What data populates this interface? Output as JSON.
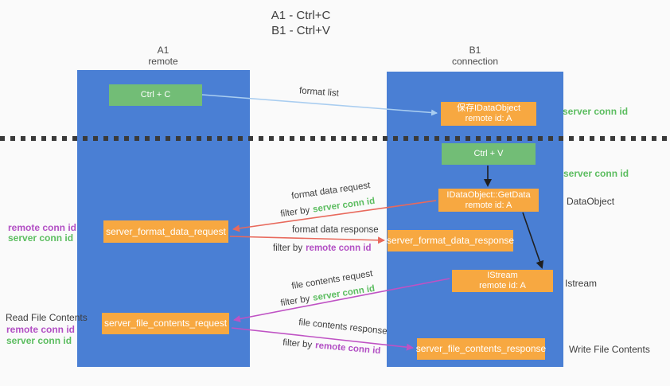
{
  "title": {
    "line1": "A1 - Ctrl+C",
    "line2": "B1 - Ctrl+V"
  },
  "lanes": {
    "a1": {
      "name": "A1",
      "role": "remote"
    },
    "b1": {
      "name": "B1",
      "role": "connection"
    }
  },
  "nodes": {
    "ctrl_c": {
      "label": "Ctrl + C"
    },
    "save_idataobject": {
      "line1": "保存IDataObject",
      "line2": "remote id: A"
    },
    "ctrl_v": {
      "label": "Ctrl + V"
    },
    "getdata": {
      "line1": "IDataObject::GetData",
      "line2": "remote id: A"
    },
    "server_format_data_request": {
      "label": "server_format_data_request"
    },
    "server_format_data_response": {
      "label": "server_format_data_response"
    },
    "istream": {
      "line1": "IStream",
      "line2": "remote id: A"
    },
    "server_file_contents_request": {
      "label": "server_file_contents_request"
    },
    "server_file_contents_response": {
      "label": "server_file_contents_response"
    }
  },
  "edge_labels": {
    "format_list": "format list",
    "format_data_request": "format data request",
    "format_data_response": "format data response",
    "file_contents_request": "file contents request",
    "file_contents_response": "file contents response",
    "filter_by": "filter by",
    "server_conn_id": "server conn id",
    "remote_conn_id": "remote conn id"
  },
  "side_labels": {
    "server_conn_id_top": "server conn id",
    "server_conn_id_mid": "server conn id",
    "dataobject": "DataObject",
    "istream": "Istream",
    "write_file_contents": "Write File Contents",
    "read_file_contents": "Read File Contents",
    "remote_conn_id": "remote conn id",
    "server_conn_id": "server conn id"
  },
  "colors": {
    "lane_blue": "#4a7fd4",
    "box_orange": "#f7a841",
    "box_green": "#72bd76",
    "text_green": "#5cbd60",
    "text_purple": "#b24fc4",
    "arrow_red": "#e8695c",
    "arrow_magenta": "#bf52c4",
    "arrow_light_blue": "#a9cdf0",
    "arrow_black": "#1f1f1f"
  }
}
